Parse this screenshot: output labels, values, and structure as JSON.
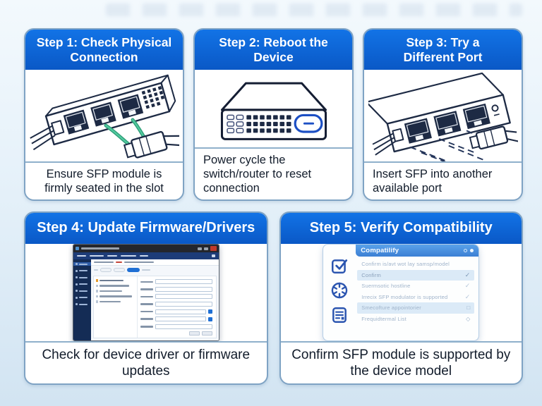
{
  "colors": {
    "header_blue": "#0d63d4",
    "accent_blue": "#2b55b0",
    "card_border": "#7fa3c4",
    "page_background": "#dcebf7",
    "cable_green": "#3cba92",
    "outline_navy": "#1d2a44",
    "compat_titlebar_blue": "#4690e0",
    "row_highlight": "#dbeaf7"
  },
  "steps": [
    {
      "title": "Step 1: Check Physical Connection",
      "caption": "Ensure SFP module is firmly seated in the slot",
      "illustration": "switch-with-sfp-inserted"
    },
    {
      "title": "Step 2: Reboot the Device",
      "caption": "Power cycle the switch/router to reset connection",
      "illustration": "network-device-front"
    },
    {
      "title": "Step 3: Try a Different Port",
      "caption": "Insert SFP into another available port",
      "illustration": "switch-alternate-port"
    },
    {
      "title": "Step 4: Update Firmware/Drivers",
      "caption": "Check for device driver or firmware updates",
      "illustration": "driver-update-window"
    },
    {
      "title": "Step 5: Verify Compatibility",
      "caption": "Confirm SFP module is supported by the device model",
      "illustration": "compatibility-checklist"
    }
  ],
  "compatibility_panel": {
    "title": "Compatilify",
    "icons": [
      "checklist-icon",
      "knot-icon",
      "document-icon"
    ],
    "rows": [
      {
        "text": "Confirm is/avt wot lay samsp/model",
        "glyph": "",
        "highlight": false
      },
      {
        "text": "Confirm",
        "glyph": "✓",
        "highlight": true
      },
      {
        "text": "Suermsotic hostline",
        "glyph": "✓",
        "highlight": false
      },
      {
        "text": "Irrecix SFP modulator is supported",
        "glyph": "✓",
        "highlight": false
      },
      {
        "text": "Smecofture appointorier",
        "glyph": "□",
        "highlight": true
      },
      {
        "text": "Frequidtermal List",
        "glyph": "◇",
        "highlight": false
      }
    ]
  }
}
